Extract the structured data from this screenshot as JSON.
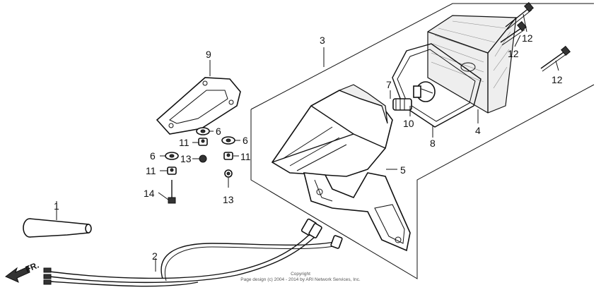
{
  "callouts": {
    "c1": "1",
    "c2": "2",
    "c3": "3",
    "c4": "4",
    "c5": "5",
    "c6a": "6",
    "c6b": "6",
    "c6c": "6",
    "c7": "7",
    "c8": "8",
    "c9": "9",
    "c10": "10",
    "c11a": "11",
    "c11b": "11",
    "c11c": "11",
    "c12a": "12",
    "c12b": "12",
    "c12c": "12",
    "c13a": "13",
    "c13b": "13",
    "c14": "14"
  },
  "direction_label": "FR.",
  "copyright": {
    "line1": "Copyright",
    "line2": "Page design (c) 2004 - 2014 by ARI Network Services, Inc."
  }
}
